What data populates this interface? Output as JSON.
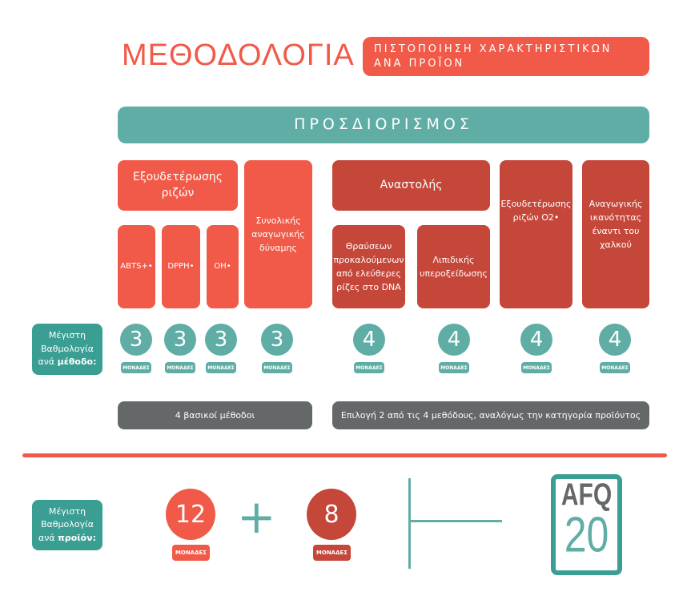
{
  "header": {
    "title": "ΜΕΘΟΔΟΛΟΓΙΑ",
    "subtitle_line1": "ΠΙΣΤΟΠΟΙΗΣΗ ΧΑΡΑΚΤΗΡΙΣΤΙΚΩΝ",
    "subtitle_line2": "ΑΝΑ ΠΡΟΪΟΝ"
  },
  "banner": "ΠΡΟΣΔΙΟΡΙΣΜΟΣ",
  "groups": {
    "radicals": "Εξουδετέρωσης ριζών",
    "inhibition": "Αναστολής"
  },
  "methods": [
    "ABTS+•",
    "DPPH•",
    "OH•",
    "Συνολικής αναγωγικής δύναμης",
    "Θραύσεων προκαλούμενων από ελεύθερες ρίζες στο DNA",
    "Λιπιδικής υπεροξείδωσης",
    "Εξουδετέρωσης ριζών O2•",
    "Αναγωγικής ικανότητας έναντι του χαλκού"
  ],
  "scores": [
    3,
    3,
    3,
    3,
    4,
    4,
    4,
    4
  ],
  "unit": "ΜΟΝΑΔΕΣ",
  "method_label": {
    "line1": "Μέγιστη",
    "line2": "Βαθμολογία",
    "line3a": "ανά ",
    "line3b": "μέθοδο:"
  },
  "product_label": {
    "line1": "Μέγιστη",
    "line2": "Βαθμολογία",
    "line3a": "ανά ",
    "line3b": "προϊόν:"
  },
  "footers": {
    "basic": "4 βασικοί μέθοδοι",
    "optional": "Επιλογή 2 από τις 4 μεθόδους, αναλόγως την κατηγορία προϊόντος"
  },
  "totals": {
    "basic": "12",
    "plus": "+",
    "optional": "8"
  },
  "logo": {
    "top": "AFQ",
    "bottom": "20"
  },
  "colors": {
    "orange": "#f15a48",
    "dark_red": "#c5473a",
    "teal": "#5fada5",
    "dark_teal": "#3b9e93",
    "gray": "#646869"
  }
}
